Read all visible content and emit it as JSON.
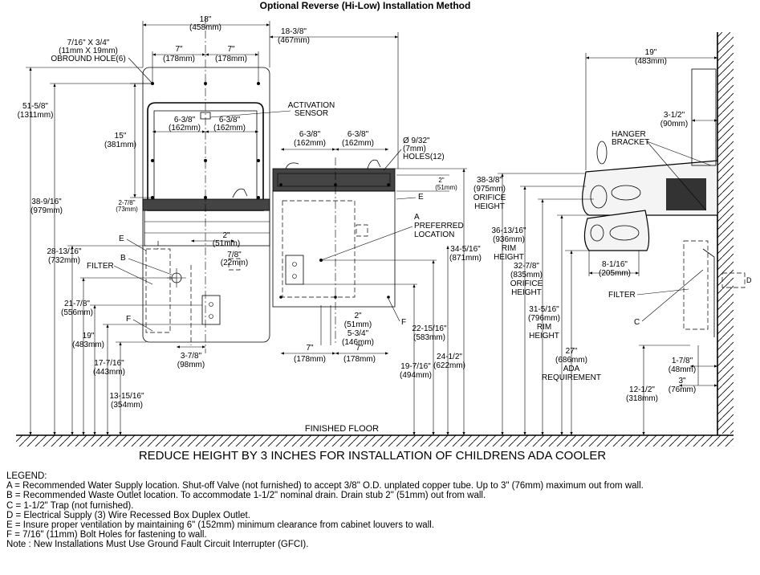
{
  "title": "Optional Reverse (Hi-Low) Installation Method",
  "front": {
    "d18": "18\"",
    "d18mm": "(458mm)",
    "d7a": "7\"",
    "d7amm": "(178mm)",
    "d7b": "7\"",
    "d7bmm": "(178mm)",
    "obround1": "7/16\" X 3/4\"",
    "obround2": "(11mm X 19mm)",
    "obround3": "OBROUND HOLE(6)",
    "d638a": "6-3/8\"",
    "d638amm": "(162mm)",
    "d638b": "6-3/8\"",
    "d638bmm": "(162mm)",
    "d15": "15\"",
    "d15mm": "(381mm)",
    "d278": "2-7/8\"",
    "d278mm": "(73mm)",
    "d2": "2\"",
    "d2mm": "(51mm)",
    "d78": "7/8\"",
    "d78mm": "(22mm)",
    "d5158": "51-5/8\"",
    "d5158mm": "(1311mm)",
    "d38916": "38-9/16\"",
    "d38916mm": "(979mm)",
    "d281316": "28-13/16\"",
    "d281316mm": "(732mm)",
    "d2178": "21-7/8\"",
    "d2178mm": "(556mm)",
    "d19": "19\"",
    "d19mm": "(483mm)",
    "d17716": "17-7/16\"",
    "d17716mm": "(443mm)",
    "d131516": "13-15/16\"",
    "d131516mm": "(354mm)",
    "d378": "3-7/8\"",
    "d378mm": "(98mm)",
    "lblE": "E",
    "lblB": "B",
    "lblFilter": "FILTER",
    "lblF": "F"
  },
  "middle": {
    "d18_38": "18-3/8\"",
    "d18_38mm": "(467mm)",
    "activation1": "ACTIVATION",
    "activation2": "SENSOR",
    "d638a": "6-3/8\"",
    "d638amm": "(162mm)",
    "d638b": "6-3/8\"",
    "d638bmm": "(162mm)",
    "holes1": "Ø 9/32\"",
    "holes2": "(7mm)",
    "holes3": "HOLES(12)",
    "d2": "2\"",
    "d2mm": "(51mm)",
    "lblE": "E",
    "lblA": "A",
    "pref1": "PREFERRED",
    "pref2": "LOCATION",
    "d34516": "34-5/16\"",
    "d34516mm": "(871mm)",
    "d2b": "2\"",
    "d2bmm": "(51mm)",
    "d534": "5-3/4\"",
    "d534mm": "(146mm)",
    "lblF": "F",
    "d7a": "7\"",
    "d7amm": "(178mm)",
    "d7b": "7\"",
    "d7bmm": "(178mm)",
    "d221516": "22-15/16\"",
    "d221516mm": "(583mm)",
    "d2412": "24-1/2\"",
    "d2412mm": "(622mm)",
    "d19716": "19-7/16\"",
    "d19716mm": "(494mm)"
  },
  "side": {
    "d19": "19\"",
    "d19mm": "(483mm)",
    "d312": "3-1/2\"",
    "d312mm": "(90mm)",
    "hanger1": "HANGER",
    "hanger2": "BRACKET",
    "d3838": "38-3/8\"",
    "d3838mm": "(975mm)",
    "orifice": "ORIFICE",
    "height": "HEIGHT",
    "d361316": "36-13/16\"",
    "d361316mm": "(936mm)",
    "rim": "RIM",
    "height2": "HEIGHT",
    "d3278": "32-7/8\"",
    "d3278mm": "(835mm)",
    "orifice2": "ORIFICE",
    "height3": "HEIGHT",
    "d31516": "31-5/16\"",
    "d31516mm": "(796mm)",
    "rim2": "RIM",
    "height4": "HEIGHT",
    "d8116": "8-1/16\"",
    "d8116mm": "(205mm)",
    "lblFilter": "FILTER",
    "lblC": "C",
    "lblD": "D",
    "d27": "27\"",
    "d27mm": "(686mm)",
    "ada1": "ADA",
    "ada2": "REQUIREMENT",
    "d178": "1-7/8\"",
    "d178mm": "(48mm)",
    "d3": "3\"",
    "d3mm": "(76mm)",
    "d1212": "12-1/2\"",
    "d1212mm": "(318mm)"
  },
  "floor_label": "FINISHED FLOOR",
  "reduce_note": "REDUCE HEIGHT BY 3 INCHES FOR INSTALLATION OF CHILDRENS ADA COOLER",
  "legend": [
    "LEGEND:",
    "A = Recommended Water Supply location. Shut-off Valve (not furnished) to accept 3/8\" O.D. unplated copper tube. Up to 3\" (76mm) maximum out from wall.",
    "B = Recommended Waste Outlet location. To accommodate 1-1/2\" nominal drain. Drain stub 2\" (51mm) out from wall.",
    "C = 1-1/2\" Trap (not furnished).",
    "D = Electrical Supply (3) Wire Recessed Box Duplex Outlet.",
    "E = Insure proper ventilation by maintaining 6\" (152mm) minimum clearance from cabinet louvers to wall.",
    "F = 7/16\" (11mm) Bolt Holes for fastening to wall.",
    "Note : New Installations Must Use Ground Fault Circuit Interrupter (GFCI)."
  ]
}
